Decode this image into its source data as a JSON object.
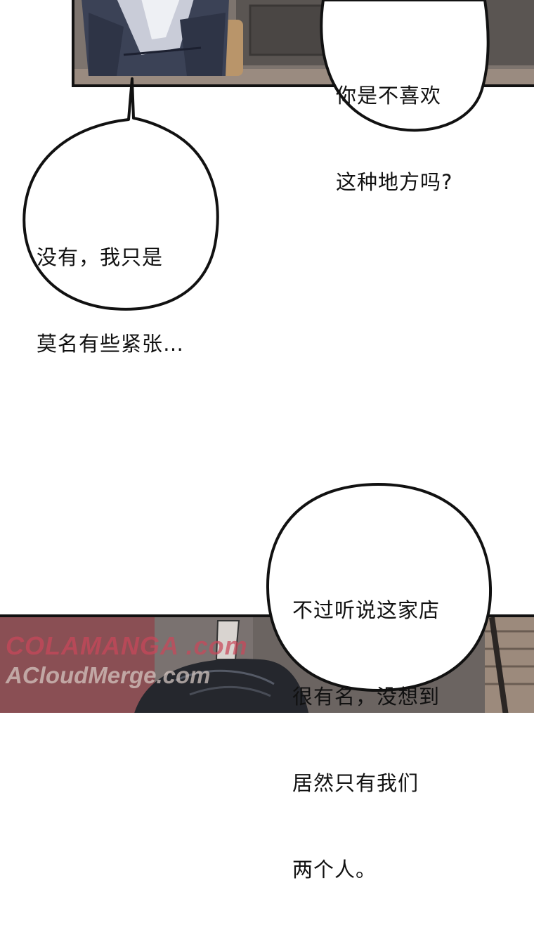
{
  "bubbles": [
    {
      "id": "bubble-question",
      "lines": [
        "你是不喜欢",
        "这种地方吗?"
      ]
    },
    {
      "id": "bubble-reply",
      "lines": [
        "没有，我只是",
        "莫名有些紧张…"
      ]
    },
    {
      "id": "bubble-remark",
      "lines": [
        "不过听说这家店",
        "很有名，没想到",
        "居然只有我们",
        "两个人。"
      ]
    }
  ],
  "watermark": {
    "line1": "COLAMANGA .com",
    "line2": "ACloudMerge.com"
  },
  "colors": {
    "ink": "#111111",
    "paper": "#ffffff",
    "watermark_red": "#c9485a"
  }
}
